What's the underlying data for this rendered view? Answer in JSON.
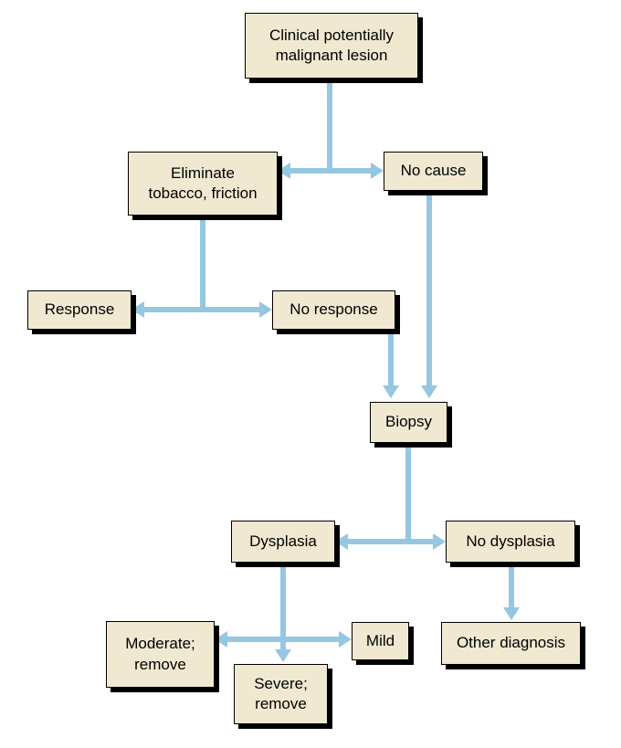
{
  "colors": {
    "background": "#FFFFFF",
    "box_fill": "#F0E8D0",
    "box_border": "#000000",
    "shadow": "#000000",
    "arrow": "#96C7E0",
    "text": "#000000"
  },
  "nodes": {
    "clinical": {
      "label": "Clinical potentially\nmalignant lesion"
    },
    "eliminate": {
      "label": "Eliminate\ntobacco, friction"
    },
    "no_cause": {
      "label": "No cause"
    },
    "response": {
      "label": "Response"
    },
    "no_response": {
      "label": "No response"
    },
    "biopsy": {
      "label": "Biopsy"
    },
    "dysplasia": {
      "label": "Dysplasia"
    },
    "no_dysplasia": {
      "label": "No dysplasia"
    },
    "moderate": {
      "label": "Moderate;\nremove"
    },
    "mild": {
      "label": "Mild"
    },
    "severe": {
      "label": "Severe;\nremove"
    },
    "other_diagnosis": {
      "label": "Other diagnosis"
    }
  }
}
